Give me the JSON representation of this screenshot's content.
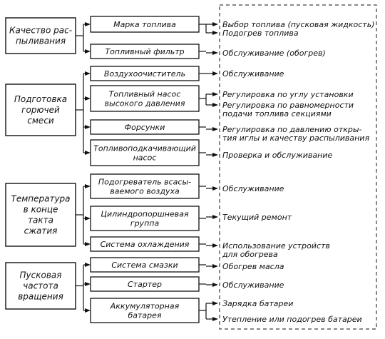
{
  "groups": [
    {
      "label_lines": [
        "Качество рас-",
        "пыливания"
      ],
      "items": [
        {
          "label_lines": [
            "Марка топлива"
          ],
          "results": [
            "Выбор топлива (пусковая жидкость)",
            "Подогрев топлива"
          ]
        },
        {
          "label_lines": [
            "Топливный фильтр"
          ],
          "results": [
            "Обслуживание (обогрев)"
          ]
        }
      ]
    },
    {
      "label_lines": [
        "Подготовка",
        "горючей",
        "смеси"
      ],
      "items": [
        {
          "label_lines": [
            "Воздухоочиститель"
          ],
          "results": [
            "Обслуживание"
          ]
        },
        {
          "label_lines": [
            "Топливный насос",
            "высокого давления"
          ],
          "results": [
            "Регулировка по углу установки",
            "Регулировка по равномерности|подачи топлива секциями"
          ]
        },
        {
          "label_lines": [
            "Форсунки"
          ],
          "results": [
            "Регулировка по давлению откры-|тия иглы и качеству распыливания"
          ]
        },
        {
          "label_lines": [
            "Топливоподкачивающий",
            "насос"
          ],
          "results": [
            "Проверка и обслуживание"
          ]
        }
      ]
    },
    {
      "label_lines": [
        "Температура",
        "в конце",
        "такта",
        "сжатия"
      ],
      "items": [
        {
          "label_lines": [
            "Подогреватель всасы-",
            "ваемого воздуха"
          ],
          "results": [
            "Обслуживание"
          ]
        },
        {
          "label_lines": [
            "Цилиндропоршневая",
            "группа"
          ],
          "results": [
            "Текущий ремонт"
          ]
        },
        {
          "label_lines": [
            "Система охлаждения"
          ],
          "results": [
            "Использование устройств|для обогрева"
          ]
        }
      ]
    },
    {
      "label_lines": [
        "Пусковая",
        "частота",
        "вращения"
      ],
      "items": [
        {
          "label_lines": [
            "Система смазки"
          ],
          "results": [
            "Обогрев масла"
          ]
        },
        {
          "label_lines": [
            "Стартер"
          ],
          "results": [
            "Обслуживание"
          ]
        },
        {
          "label_lines": [
            "Аккумуляторная",
            "батарея"
          ],
          "results": [
            "Зарядка батареи",
            "Утепление или подогрев батареи"
          ]
        }
      ]
    }
  ]
}
